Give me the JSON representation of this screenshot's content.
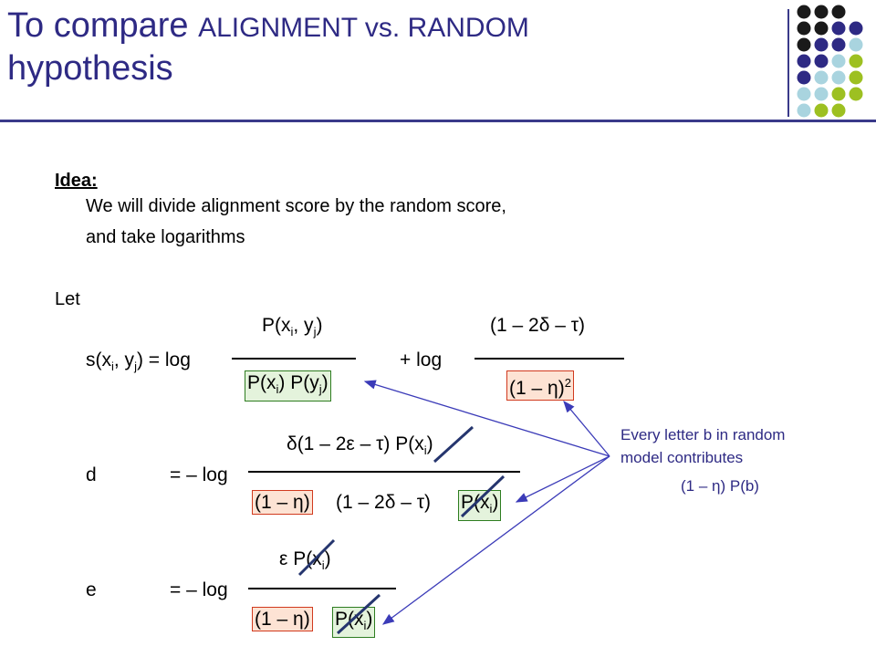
{
  "title": {
    "part1": "To compare ",
    "alignment": "ALIGNMENT",
    "vs": " vs. ",
    "random": "RANDOM",
    "line2": "hypothesis"
  },
  "idea": {
    "heading": "Idea:",
    "line1": "We will divide alignment score by the random score,",
    "line2": "and take logarithms"
  },
  "let": "Let",
  "eq1": {
    "lhs": "s(x",
    "lhs_i": "i",
    "lhs_mid": ", y",
    "lhs_j": "j",
    "lhs_end": ") = log",
    "num1": "P(x",
    "num1_i": "i",
    "num1_mid": ", y",
    "num1_j": "j",
    "num1_end": ")",
    "den1a": "P(x",
    "den1a_i": "i",
    "den1a_mid": ") P(y",
    "den1a_j": "j",
    "den1a_end": ")",
    "plus_log": "+   log",
    "num2": "(1 – 2δ – τ)",
    "den2": "(1 – η)",
    "den2_sup": "2"
  },
  "eq2": {
    "lhs": "d",
    "op": "= – log",
    "num": "δ(1 – 2ε – τ) P(x",
    "num_i": "i",
    "num_end": ")",
    "den_a": "(1 – η)",
    "den_b": "(1 – 2δ – τ)",
    "den_c": "P(x",
    "den_c_i": "i",
    "den_c_end": ")"
  },
  "eq3": {
    "lhs": "e",
    "op": "= – log",
    "num": "ε  P(x",
    "num_i": "i",
    "num_end": ")",
    "den_a": "(1 – η)",
    "den_c": "P(x",
    "den_c_i": "i",
    "den_c_end": ")"
  },
  "note": {
    "line1": "Every letter b in random",
    "line2": "model contributes",
    "line3": "(1 – η) P(b)"
  },
  "colors": {
    "title": "#2e2a84",
    "dot_black": "#1a1a1a",
    "dot_navy": "#2e2a84",
    "dot_lightblue": "#a9d4df",
    "dot_green": "#9dc021",
    "box_p_border": "#2e7d20",
    "box_r_border": "#d13a1e",
    "arrow": "#3b3bb8"
  }
}
